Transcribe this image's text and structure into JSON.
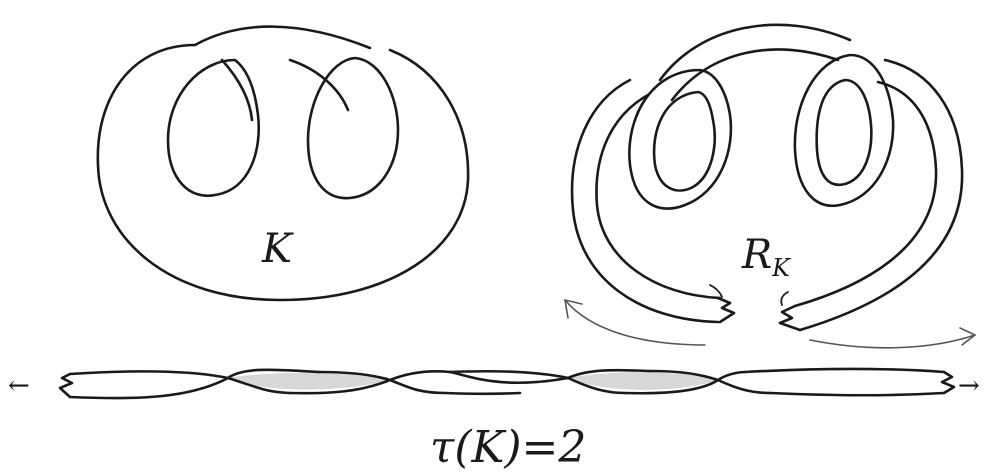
{
  "diagram": {
    "knot_label": "K",
    "ribbon_label_main": "R",
    "ribbon_label_sub": "K",
    "formula": "τ(K)=2",
    "left_arrow_glyph": "←",
    "right_arrow_glyph": "→",
    "twist_count": 2,
    "colors": {
      "ink": "#1a1a1a",
      "shade": "#c9c9c9"
    },
    "icons": [
      "left-arrow-icon",
      "right-arrow-icon",
      "curved-arrow-left-icon",
      "curved-arrow-right-icon"
    ]
  }
}
